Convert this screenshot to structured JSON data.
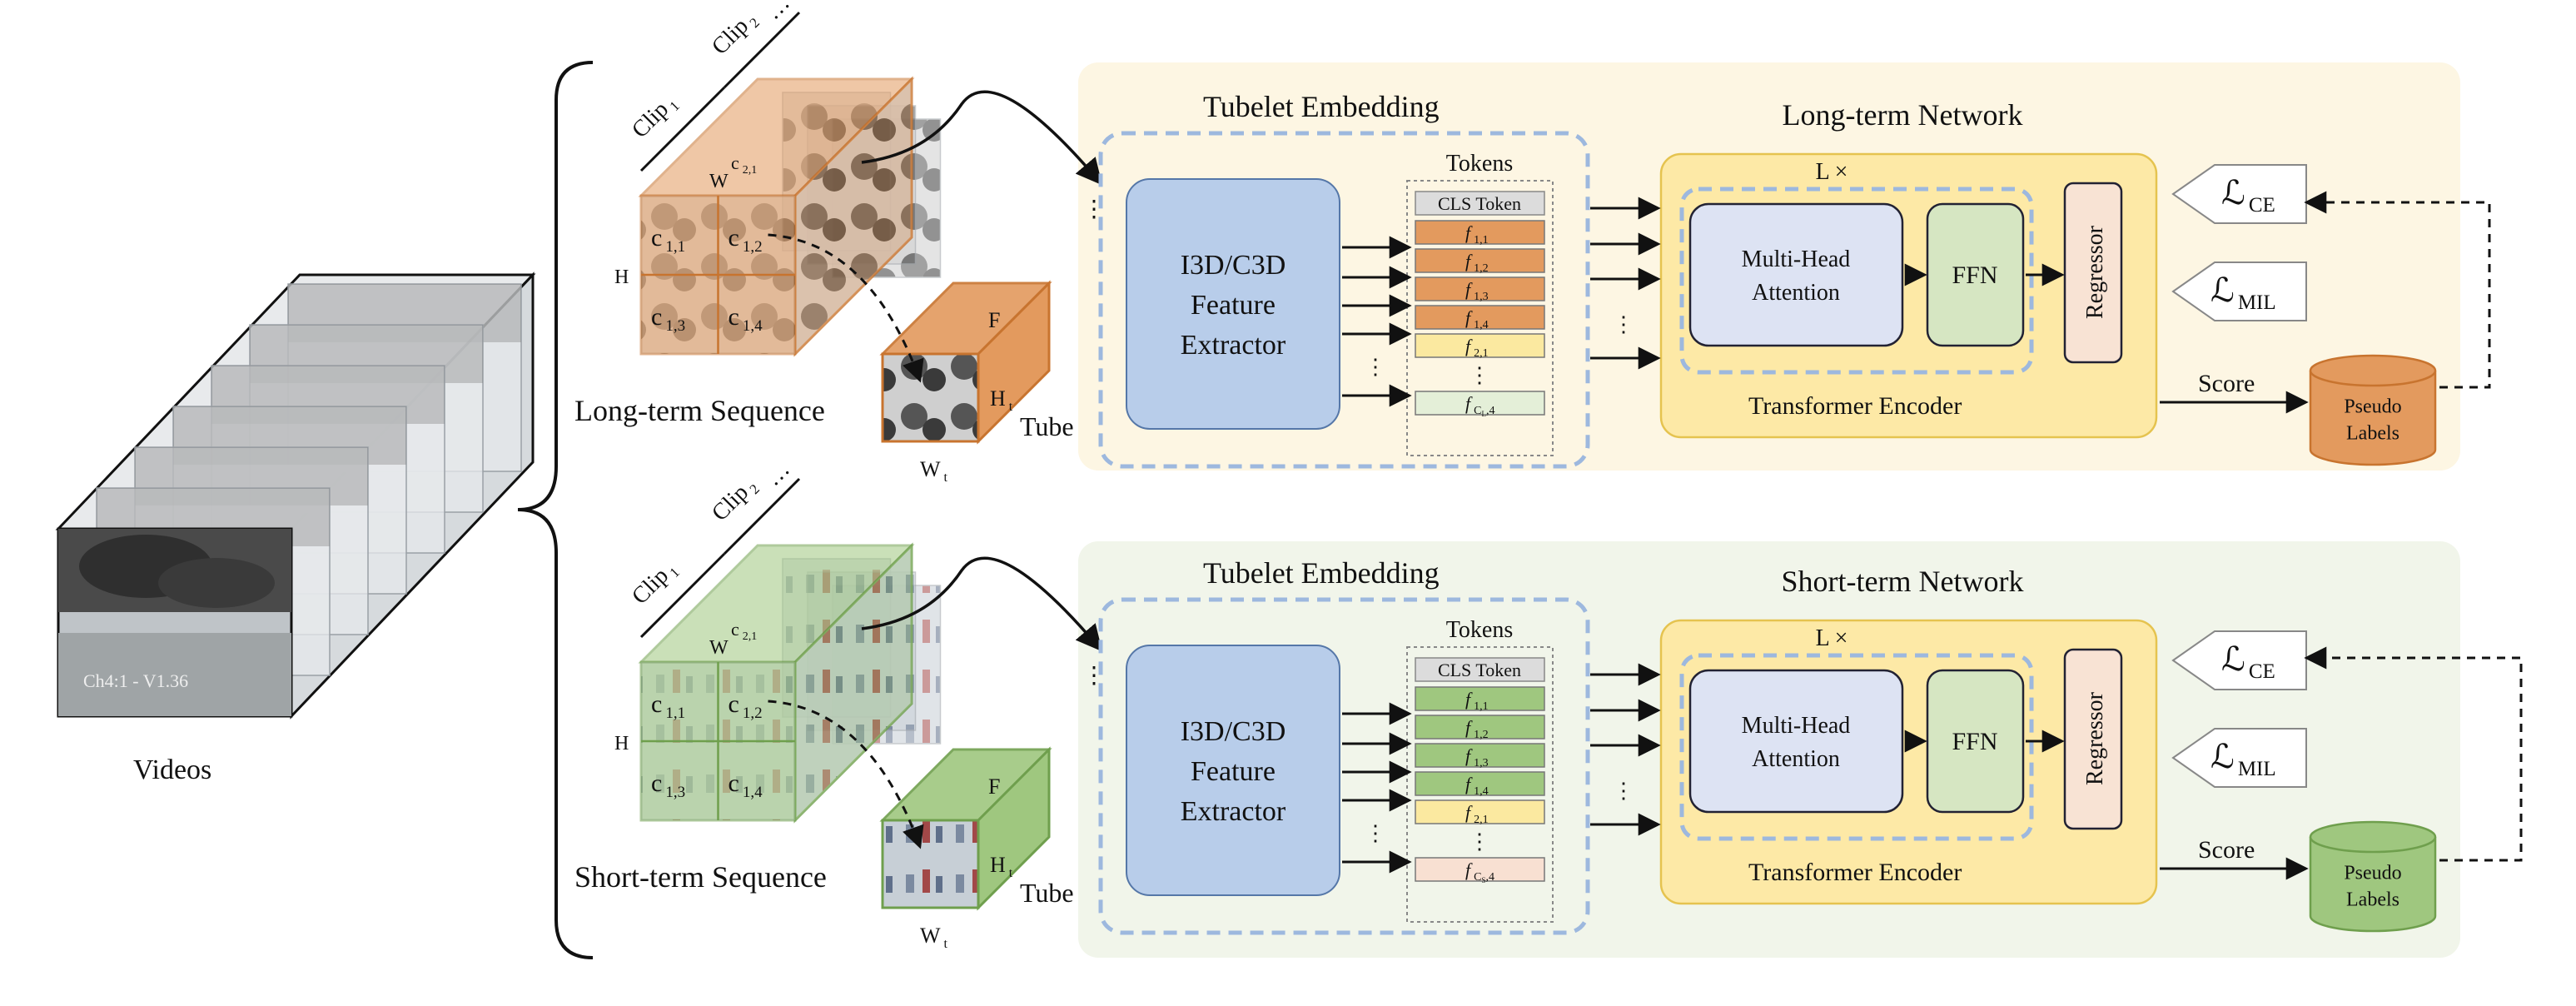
{
  "videos": {
    "label": "Videos",
    "overlay_text": "Ch4:1 - V1.36"
  },
  "long_branch": {
    "sequence_label": "Long-term Sequence",
    "clip1": "Clip",
    "clip1_sub": "1",
    "clip2": "Clip",
    "clip2_sub": "2",
    "dots": "…",
    "h_label": "H",
    "w_label": "W",
    "cells": [
      {
        "c": "c",
        "sub": "1,1"
      },
      {
        "c": "c",
        "sub": "1,2"
      },
      {
        "c": "c",
        "sub": "1,3"
      },
      {
        "c": "c",
        "sub": "1,4"
      }
    ],
    "back_cell": {
      "c": "c",
      "sub": "2,1"
    },
    "tube": {
      "f": "F",
      "h": "H",
      "h_sub": "t",
      "w": "W",
      "w_sub": "t",
      "label": "Tube"
    },
    "embedding_title": "Tubelet Embedding",
    "tokens_title": "Tokens",
    "cls_token": "CLS Token",
    "tokens": [
      {
        "f": "f",
        "sub": "1,1"
      },
      {
        "f": "f",
        "sub": "1,2"
      },
      {
        "f": "f",
        "sub": "1,3"
      },
      {
        "f": "f",
        "sub": "1,4"
      },
      {
        "f": "f",
        "sub": "2,1"
      },
      {
        "f": "f",
        "sub": "C",
        "subsub": "L",
        "tail": ",4"
      }
    ],
    "vdots": "⋮",
    "extractor_lines": [
      "I3D/C3D",
      "Feature",
      "Extractor"
    ],
    "network_title": "Long-term Network",
    "lx": "L ×",
    "mha_lines": [
      "Multi-Head",
      "Attention"
    ],
    "ffn": "FFN",
    "regressor": "Regressor",
    "encoder_label": "Transformer  Encoder",
    "score": "Score",
    "pseudo_lines": [
      "Pseudo",
      "Labels"
    ],
    "loss_ce": {
      "l": "ℒ",
      "sub": "CE"
    },
    "loss_mil": {
      "l": "ℒ",
      "sub": "MIL"
    }
  },
  "short_branch": {
    "sequence_label": "Short-term Sequence",
    "clip1": "Clip",
    "clip1_sub": "1",
    "clip2": "Clip",
    "clip2_sub": "2",
    "dots": "…",
    "h_label": "H",
    "w_label": "W",
    "cells": [
      {
        "c": "c",
        "sub": "1,1"
      },
      {
        "c": "c",
        "sub": "1,2"
      },
      {
        "c": "c",
        "sub": "1,3"
      },
      {
        "c": "c",
        "sub": "1,4"
      }
    ],
    "back_cell": {
      "c": "c",
      "sub": "2,1"
    },
    "tube": {
      "f": "F",
      "h": "H",
      "h_sub": "t",
      "w": "W",
      "w_sub": "t",
      "label": "Tube"
    },
    "embedding_title": "Tubelet Embedding",
    "tokens_title": "Tokens",
    "cls_token": "CLS Token",
    "tokens": [
      {
        "f": "f",
        "sub": "1,1"
      },
      {
        "f": "f",
        "sub": "1,2"
      },
      {
        "f": "f",
        "sub": "1,3"
      },
      {
        "f": "f",
        "sub": "1,4"
      },
      {
        "f": "f",
        "sub": "2,1"
      },
      {
        "f": "f",
        "sub": "C",
        "subsub": "S",
        "tail": ",4"
      }
    ],
    "vdots": "⋮",
    "extractor_lines": [
      "I3D/C3D",
      "Feature",
      "Extractor"
    ],
    "network_title": "Short-term Network",
    "lx": "L ×",
    "mha_lines": [
      "Multi-Head",
      "Attention"
    ],
    "ffn": "FFN",
    "regressor": "Regressor",
    "encoder_label": "Transformer  Encoder",
    "score": "Score",
    "pseudo_lines": [
      "Pseudo",
      "Labels"
    ],
    "loss_ce": {
      "l": "ℒ",
      "sub": "CE"
    },
    "loss_mil": {
      "l": "ℒ",
      "sub": "MIL"
    }
  },
  "colors": {
    "long_panel": "#fdf6e3",
    "short_panel": "#f1f5ea",
    "orange": "#e39a5e",
    "orange_dark": "#c8742f",
    "green": "#9fc77f",
    "green_dark": "#6f9f4d",
    "extractor": "#b8cdea",
    "mha": "#dde3f3",
    "ffn": "#d6e6c2",
    "regressor": "#f8e3d4",
    "encoder": "#fde9a6",
    "dashed_blue": "#9db8de",
    "token_yellow": "#fbe9a0",
    "token_pink": "#f8e0d2",
    "token_green_light": "#e4efd8"
  }
}
